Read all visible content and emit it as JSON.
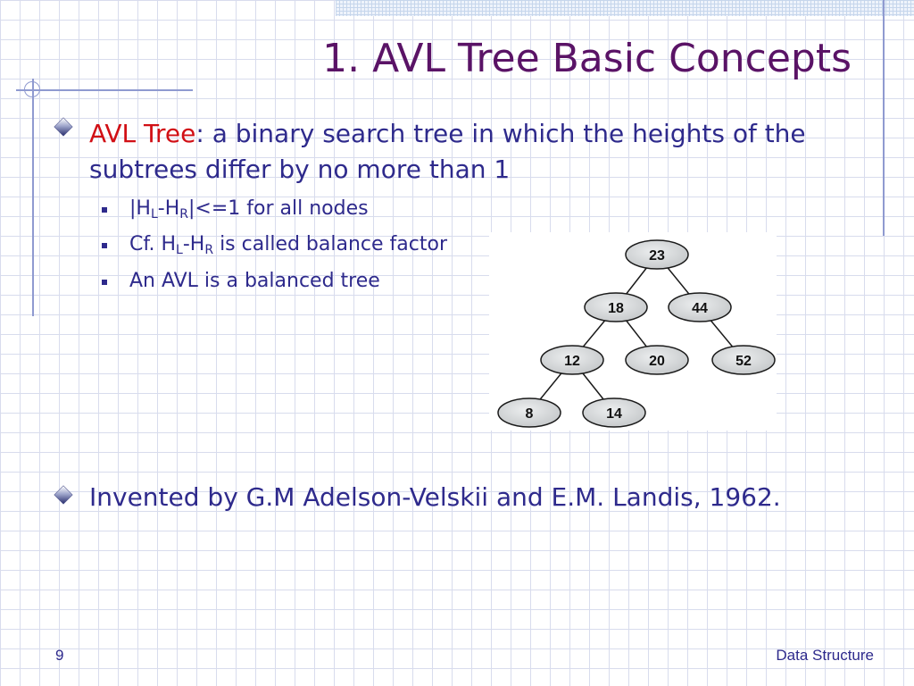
{
  "slide": {
    "title": "1. AVL Tree Basic Concepts",
    "bullets": [
      {
        "term": "AVL Tree",
        "text": ": a binary search tree in which the heights of the subtrees differ by no more than 1",
        "sub_bullets": [
          {
            "pre": "|H",
            "sub1": "L",
            "mid": "-H",
            "sub2": "R",
            "post": "|<=1 for all nodes"
          },
          {
            "pre": "Cf. H",
            "sub1": "L",
            "mid": "-H",
            "sub2": "R",
            "post": " is called balance factor"
          },
          {
            "text": "An AVL is a balanced tree"
          }
        ]
      },
      {
        "text": "Invented by G.M Adelson-Velskii and E.M. Landis, 1962."
      }
    ],
    "footer": {
      "page_number": "9",
      "course": "Data Structure"
    }
  },
  "tree": {
    "nodes": [
      "23",
      "18",
      "44",
      "12",
      "20",
      "52",
      "8",
      "14"
    ],
    "edges": [
      [
        "23",
        "18"
      ],
      [
        "23",
        "44"
      ],
      [
        "18",
        "12"
      ],
      [
        "18",
        "20"
      ],
      [
        "44",
        "52"
      ],
      [
        "12",
        "8"
      ],
      [
        "12",
        "14"
      ]
    ]
  },
  "colors": {
    "title": "#5a1366",
    "body_text": "#2e2a8c",
    "term": "#d10f15",
    "grid": "#d8dced",
    "accent_line": "#8f9ad0",
    "node_fill": "#d9dbdc",
    "node_stroke": "#1a1a1a"
  }
}
